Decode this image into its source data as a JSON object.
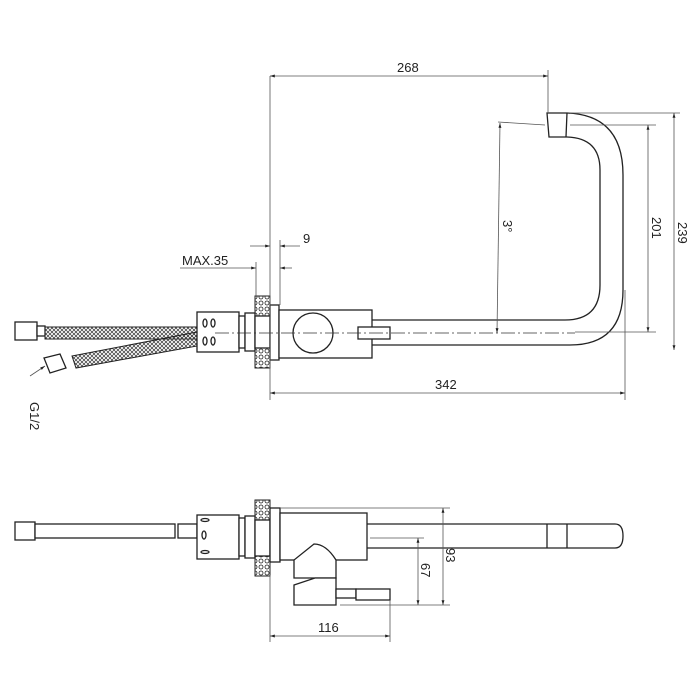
{
  "title": "Kitchen faucet technical drawing",
  "colors": {
    "line": "#222222",
    "dimension": "#555555",
    "background": "#ffffff"
  },
  "top_view": {
    "dims": {
      "reach_spout": "268",
      "spout_height": "201",
      "total_height": "239",
      "total_length": "342",
      "thread_length": "9",
      "max_counter": "MAX.35",
      "angle": "3°",
      "hose_thread": "G1/2"
    }
  },
  "side_view": {
    "dims": {
      "body_height": "93",
      "lever_height": "67",
      "body_length": "116"
    }
  }
}
